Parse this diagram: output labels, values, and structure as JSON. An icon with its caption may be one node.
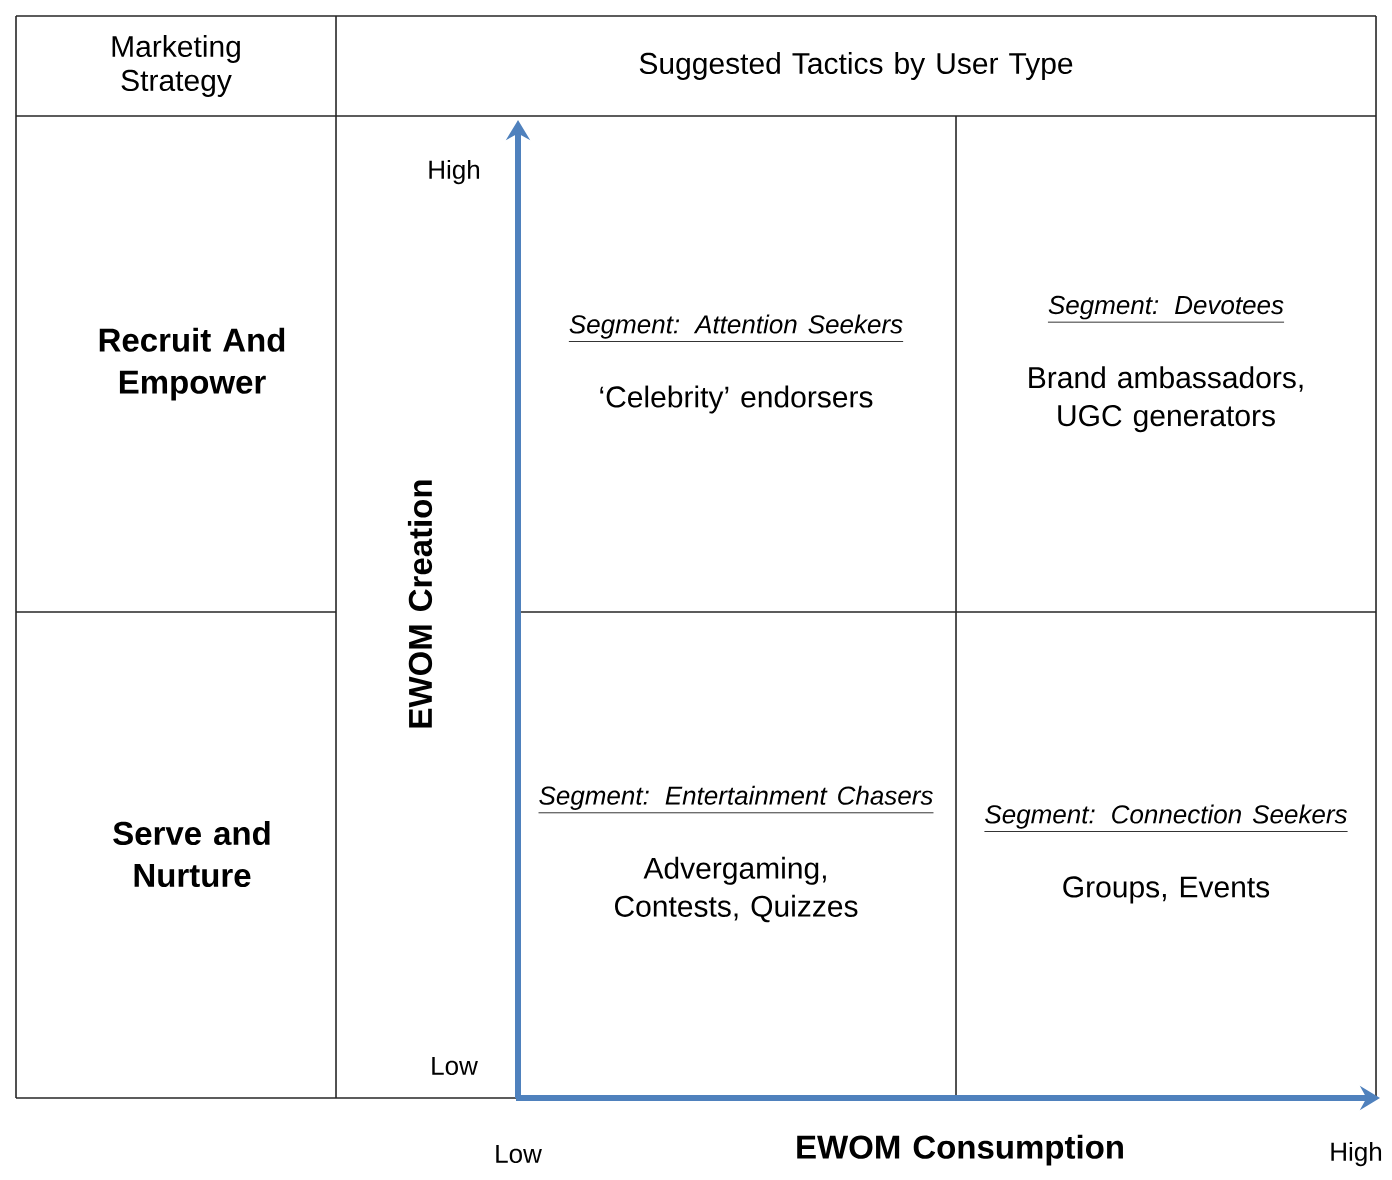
{
  "diagram": {
    "nodes": [
      {
        "text": [
          "Segment: Attention Seekers",
          "‘Celebrity’ endorsers"
        ]
      },
      {
        "text": [
          "Segment: Devotees",
          "Brand ambassadors, UGC generators"
        ]
      },
      {
        "text": [
          "Segment: Entertainment Chasers",
          "Advergaming, Contests, Quizzes"
        ]
      },
      {
        "text": [
          "Segment: Connection Seekers",
          "Groups, Events"
        ]
      }
    ],
    "labels": [
      "Marketing Strategy",
      "Suggested Tactics by User Type",
      "High",
      "Recruit And Empower",
      "EWOM Creation",
      "Serve and Nurture",
      "Low",
      "Low",
      "EWOM Consumption",
      "High"
    ]
  }
}
